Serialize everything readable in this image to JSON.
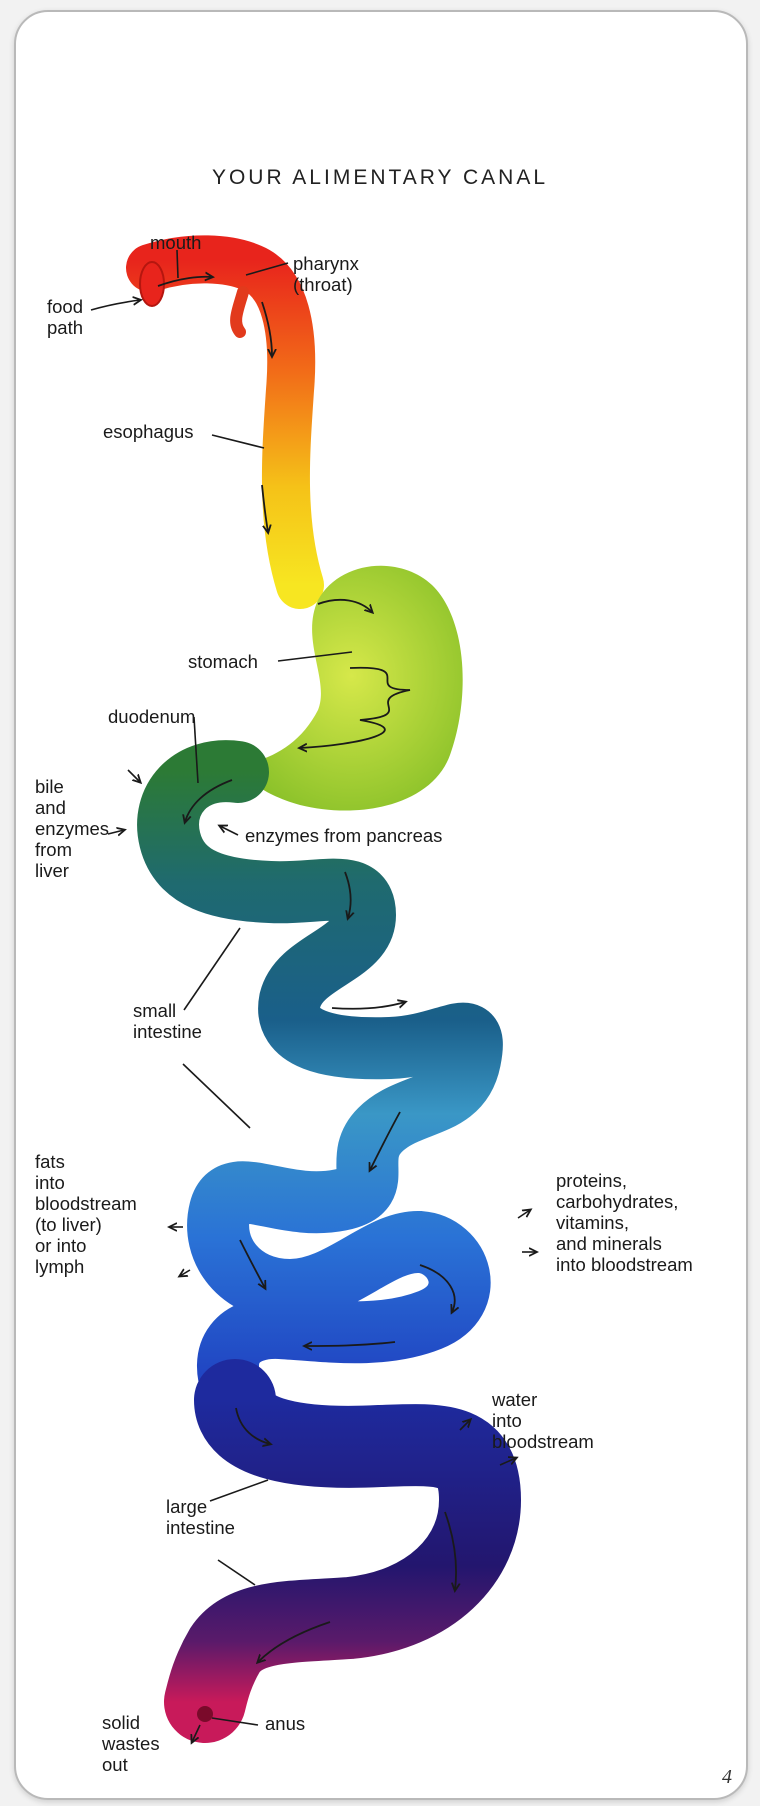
{
  "title": "YOUR ALIMENTARY CANAL",
  "labels": {
    "mouth": "mouth",
    "pharynx": "pharynx\n(throat)",
    "food_path": "food\npath",
    "esophagus": "esophagus",
    "stomach": "stomach",
    "duodenum": "duodenum",
    "bile": "bile\nand\nenzymes\nfrom\nliver",
    "pancreas": "enzymes from pancreas",
    "small_intestine": "small\nintestine",
    "fats": "fats\ninto\nbloodstream\n(to liver)\nor into\nlymph",
    "proteins": "proteins,\ncarbohydrates,\nvitamins,\nand minerals\ninto bloodstream",
    "water": "water\ninto\nbloodstream",
    "large_intestine": "large\nintestine",
    "anus": "anus",
    "solid_wastes": "solid\nwastes\nout"
  },
  "page_number": "4",
  "colors": {
    "mouth": "#e8241c",
    "esophagus": "#f5c218",
    "stomach": "#a8d22a",
    "duodenum": "#2c7a35",
    "small_intestine": "#1f6a8a",
    "ileum": "#2f8cc8",
    "large_intestine": "#1f2a9a",
    "rectum": "#c0185a"
  }
}
